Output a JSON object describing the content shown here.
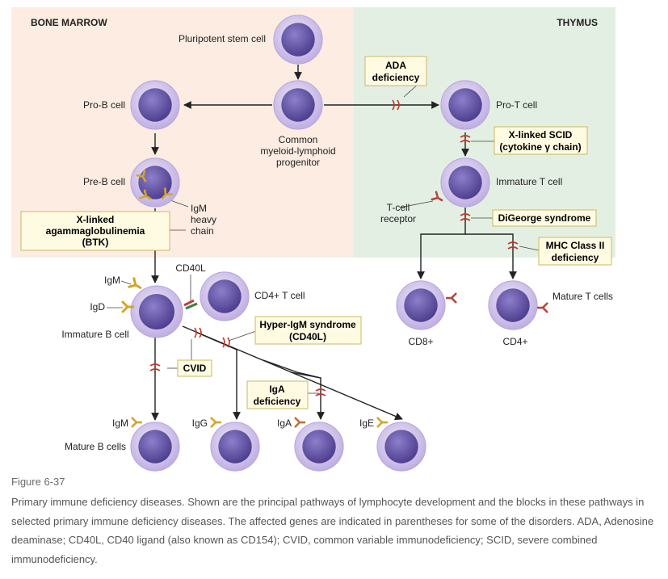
{
  "regions": {
    "bone_marrow": "BONE MARROW",
    "thymus": "THYMUS"
  },
  "cells": {
    "stem": "Pluripotent stem cell",
    "common_progenitor": [
      "Common",
      "myeloid-lymphoid",
      "progenitor"
    ],
    "pro_b": "Pro-B cell",
    "pre_b": "Pre-B cell",
    "igm_heavy": [
      "IgM",
      "heavy",
      "chain"
    ],
    "pro_t": "Pro-T cell",
    "immature_t": "Immature T cell",
    "tcr": [
      "T-cell",
      "receptor"
    ],
    "immature_b": "Immature B cell",
    "cd4_t": "CD4+ T cell",
    "cd40l": "CD40L",
    "cd8": "CD8+",
    "cd4": "CD4+",
    "mature_t": "Mature T cells",
    "mature_b": "Mature B cells"
  },
  "antibodies": {
    "igm_top": "IgM",
    "igd": "IgD",
    "igm": "IgM",
    "igg": "IgG",
    "iga": "IgA",
    "ige": "IgE"
  },
  "deficiencies": {
    "ada": [
      "ADA",
      "deficiency"
    ],
    "xscid": [
      "X-linked SCID",
      "(cytokine γ chain)"
    ],
    "digeorge": "DiGeorge syndrome",
    "mhc2": [
      "MHC Class II",
      "deficiency"
    ],
    "xla": [
      "X-linked",
      "agammaglobulinemia",
      "(BTK)"
    ],
    "hyper_igm": [
      "Hyper-IgM syndrome",
      "(CD40L)"
    ],
    "cvid": "CVID",
    "iga_def": [
      "IgA",
      "deficiency"
    ]
  },
  "colors": {
    "bone_marrow_bg": "#fcece1",
    "thymus_bg": "#e4efe4",
    "cell_outer": "#cfc0ea",
    "cell_nucleus": "#5e4f9c",
    "box_fill": "#fefbe2",
    "box_border": "#c9ba62",
    "block_mark": "#c0392b",
    "igm_receptor": "#d4a52a",
    "tcr_receptor": "#b5463e"
  },
  "caption": {
    "label": "Figure 6-37",
    "text": "Primary immune deficiency diseases. Shown are the principal pathways of lymphocyte development and the blocks in these pathways in selected primary immune deficiency diseases. The affected genes are indicated in parentheses for some of the disorders. ADA, Adenosine deaminase; CD40L, CD40 ligand (also known as CD154); CVID, common variable immunodeficiency; SCID, severe combined immunodeficiency."
  }
}
